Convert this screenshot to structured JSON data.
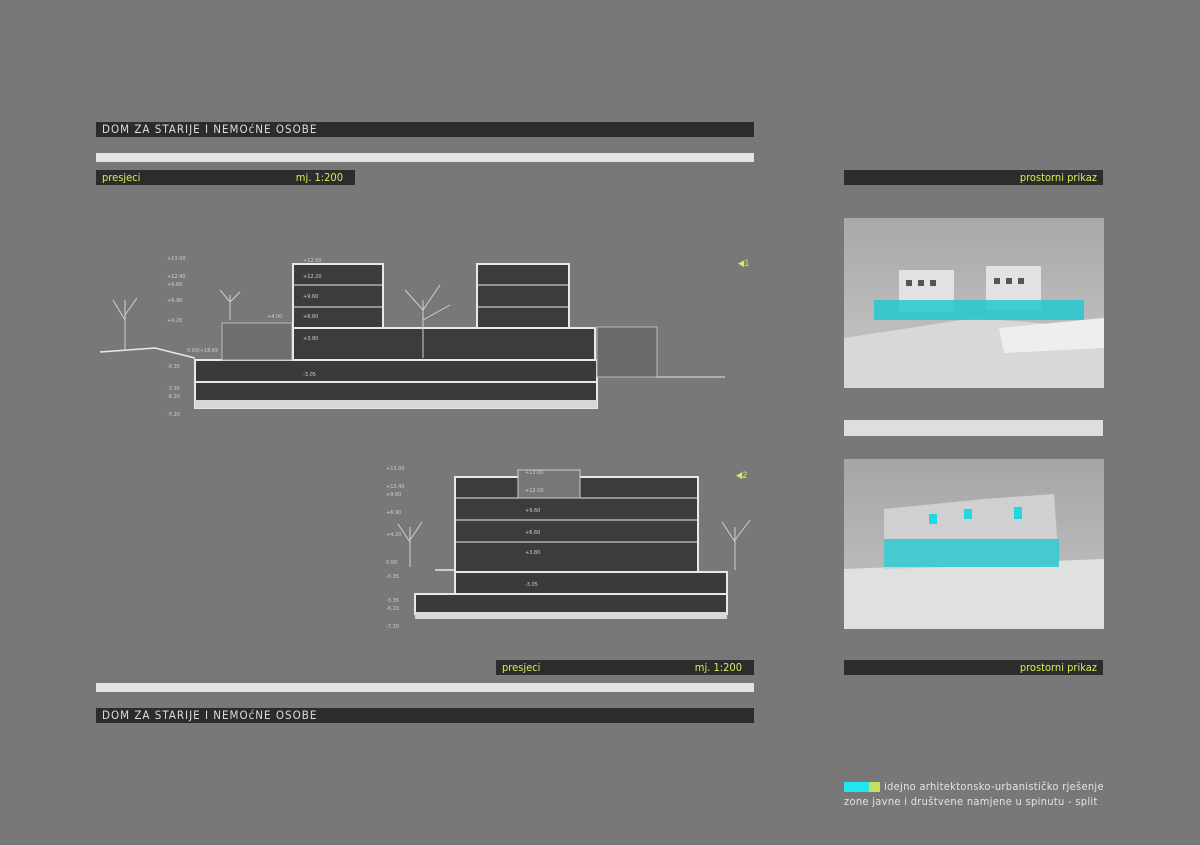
{
  "header": {
    "title": "DOM ZA STARIJE I NEMOćNE OSOBE"
  },
  "footer": {
    "title": "DOM ZA STARIJE I NEMOćNE OSOBE"
  },
  "sections_label": {
    "left": "presjeci",
    "scale": "mj. 1:200"
  },
  "sections_label_bottom": {
    "left": "presjeci",
    "scale": "mj. 1:200"
  },
  "renders_label": "prostorni prikaz",
  "renders_label_bottom": "prostorni prikaz",
  "section1": {
    "marker": "1",
    "levels": [
      "+13.00",
      "+12.40",
      "+9.60",
      "+6.90",
      "+4.20",
      "0.00/+18.65",
      "-0.35",
      "-3.35",
      "-6.20",
      "-7.20"
    ],
    "inner": [
      "+12.50",
      "+12.20",
      "+9.60",
      "+6.60",
      "+3.80",
      "+4.00",
      "-3.05"
    ]
  },
  "section2": {
    "marker": "2",
    "levels": [
      "+13.00",
      "+12.40",
      "+9.60",
      "+6.90",
      "+4.20",
      "0.00",
      "-0.35",
      "-3.35",
      "-6.20",
      "-7.20"
    ],
    "inner": [
      "+13.00",
      "+12.50",
      "+9.60",
      "+6.60",
      "+3.80",
      "-3.05"
    ]
  },
  "credits": {
    "line1": "idejno arhitektonsko-urbanističko rješenje",
    "line2": "zone javne i društvene namjene u spinutu - split"
  },
  "colors": {
    "background": "#787878",
    "bar": "#2c2c2c",
    "accent": "#d4ee5a",
    "cyan": "#22e6ee"
  }
}
